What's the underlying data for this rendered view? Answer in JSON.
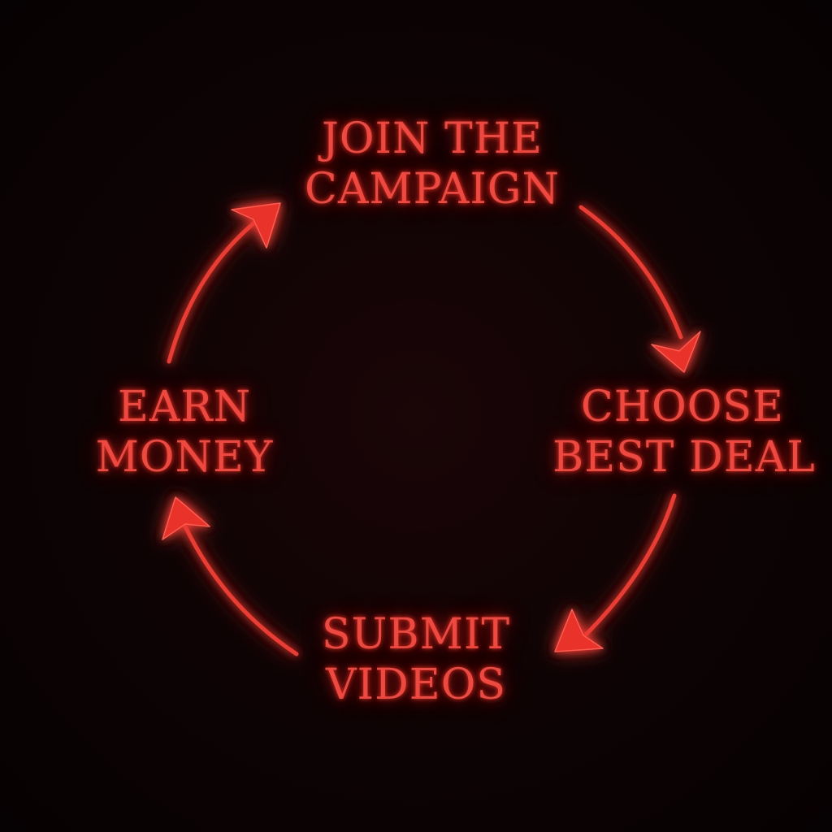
{
  "diagram": {
    "type": "cycle",
    "steps": [
      {
        "id": "top",
        "line1": "JOIN THE",
        "line2": "CAMPAIGN"
      },
      {
        "id": "right",
        "line1": "CHOOSE",
        "line2": "BEST DEAL"
      },
      {
        "id": "bottom",
        "line1": "SUBMIT",
        "line2": "VIDEOS"
      },
      {
        "id": "left",
        "line1": "EARN",
        "line2": "MONEY"
      }
    ],
    "flow": [
      {
        "from": "top",
        "to": "right"
      },
      {
        "from": "right",
        "to": "bottom"
      },
      {
        "from": "bottom",
        "to": "left"
      },
      {
        "from": "left",
        "to": "top"
      }
    ],
    "direction": "clockwise"
  },
  "colors": {
    "background": "#0a0304",
    "neon_red": "#ee3a32",
    "glow": "#ff3c2d"
  }
}
